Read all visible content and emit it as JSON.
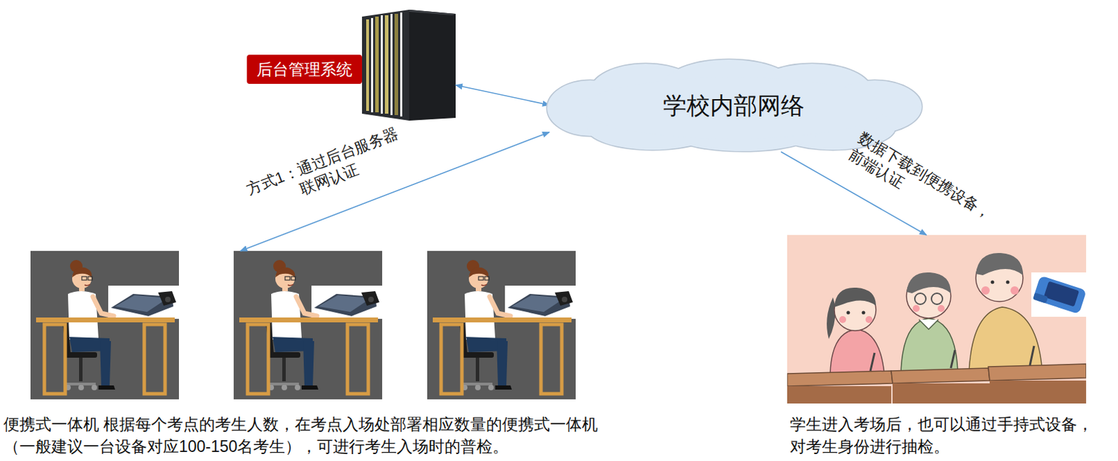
{
  "diagram": {
    "nodes": [
      {
        "text": [
          "后台管理系统"
        ]
      },
      {
        "text": [
          "学校内部网络"
        ]
      },
      {
        "text": [
          "便携式一体机 根据每个考点的考生人数，在考点入场处部署相应数量的便携式一体机 （一般建议一台设备对应100-150名考生），可进行考生入场时的普检。"
        ]
      },
      {
        "text": [
          "学生进入考场后，也可以通过手持式设备， 对考生身份进行抽检。"
        ]
      }
    ],
    "edges": [
      {
        "from": 0,
        "to": 1,
        "arrow": "both"
      },
      {
        "from": 1,
        "to": 2,
        "arrow": "both",
        "label": "方式1：通过后台服务器 联网认证"
      },
      {
        "from": 1,
        "to": 3,
        "arrow": "to",
        "label": "数据下载到便携设备， 前端认证"
      }
    ]
  }
}
